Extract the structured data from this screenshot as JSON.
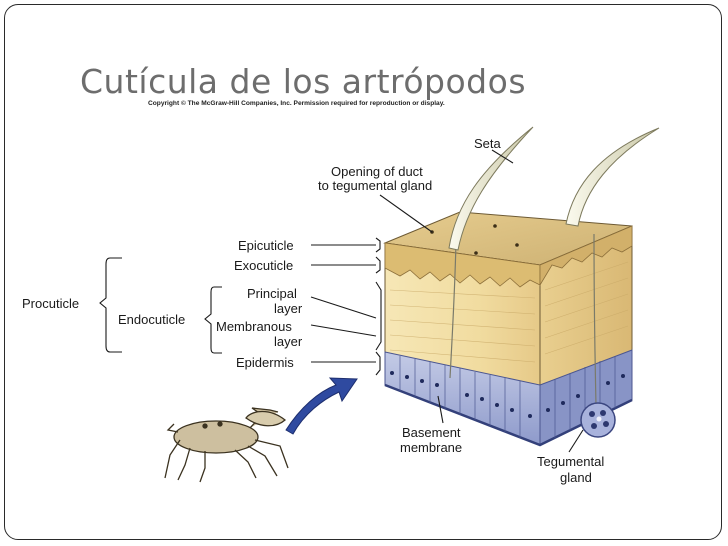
{
  "slide": {
    "title": "Cutícula de los artrópodos",
    "copyright": "Copyright © The McGraw-Hill Companies, Inc. Permission required for reproduction or display."
  },
  "diagram": {
    "labels": {
      "seta": "Seta",
      "duct_opening_1": "Opening of duct",
      "duct_opening_2": "to tegumental gland",
      "epicuticle": "Epicuticle",
      "exocuticle": "Exocuticle",
      "procuticle": "Procuticle",
      "endocuticle": "Endocuticle",
      "principal_1": "Principal",
      "principal_2": "layer",
      "membranous_1": "Membranous",
      "membranous_2": "layer",
      "epidermis": "Epidermis",
      "basement_1": "Basement",
      "basement_2": "membrane",
      "tegumental_1": "Tegumental",
      "tegumental_2": "gland"
    },
    "colors": {
      "cuticle": "#f0dca0",
      "exocuticle": "#dfbf78",
      "epidermis": "#9aa6d4",
      "arrow": "#2f4aa0",
      "seta": "#e8e6cf"
    }
  }
}
